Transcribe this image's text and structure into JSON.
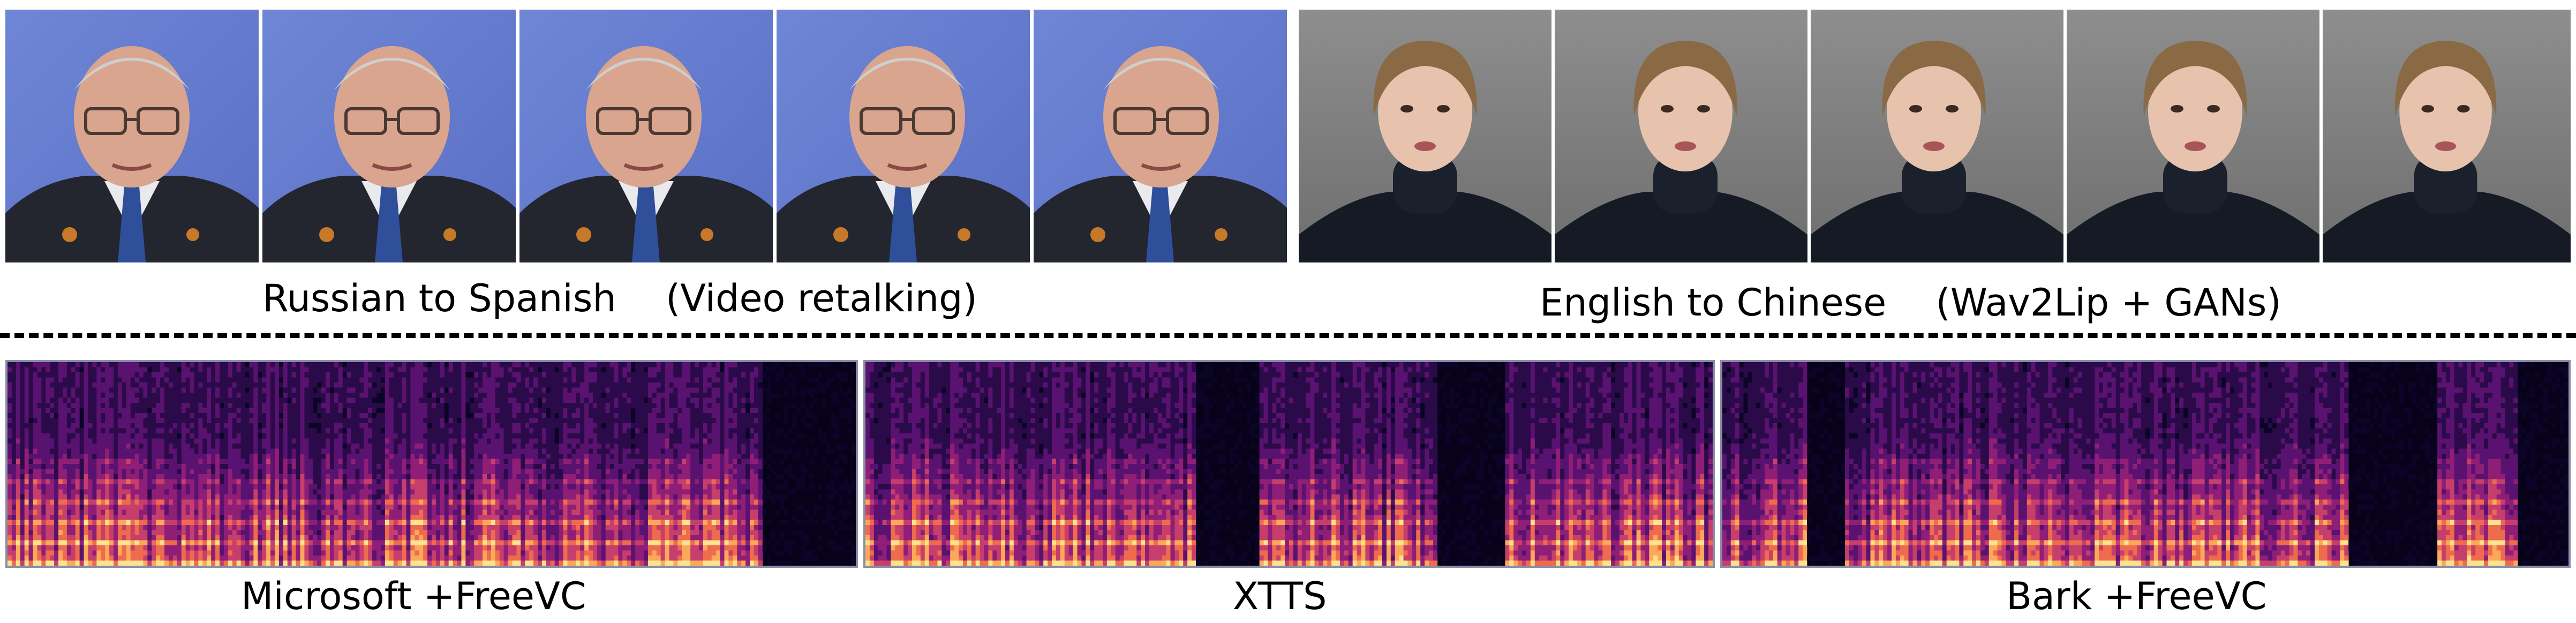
{
  "top_row": {
    "left_group": {
      "caption": "Russian to Spanish 　(Video retalking)",
      "frame_count": 5,
      "subject": "elderly-man-with-glasses",
      "background_color": "#6f86d6"
    },
    "right_group": {
      "caption": "English to Chinese 　(Wav2Lip + GANs)",
      "frame_count": 5,
      "subject": "young-woman-in-turtleneck",
      "background_color": "#8e8e8e"
    }
  },
  "bottom_row": {
    "spectrograms": [
      {
        "caption": "Microsoft +FreeVC"
      },
      {
        "caption": "XTTS"
      },
      {
        "caption": "Bark +FreeVC"
      }
    ]
  }
}
